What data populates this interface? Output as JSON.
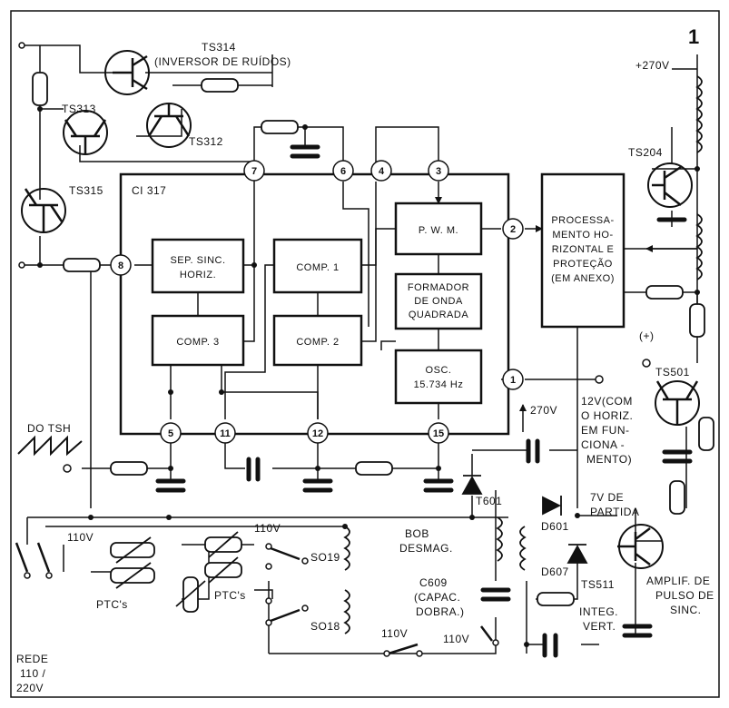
{
  "page_number": "1",
  "ic": {
    "name": "CI 317"
  },
  "blocks": {
    "sep_sinc": [
      "SEP. SINC.",
      "HORIZ."
    ],
    "comp1": "COMP. 1",
    "comp2": "COMP. 2",
    "comp3": "COMP. 3",
    "pwm": "P. W. M.",
    "formador": [
      "FORMADOR",
      "DE ONDA",
      "QUADRADA"
    ],
    "osc": [
      "OSC.",
      "15.734 Hz"
    ],
    "processamento": [
      "PROCESSA-",
      "MENTO HO-",
      "RIZONTAL E",
      "PROTEÇÃO",
      "(EM ANEXO)"
    ]
  },
  "pins": [
    "1",
    "2",
    "3",
    "4",
    "5",
    "6",
    "7",
    "8",
    "11",
    "12",
    "15"
  ],
  "transistors": {
    "ts314": "TS314",
    "ts314_note": "(INVERSOR DE RUÍDOS)",
    "ts313": "TS313",
    "ts312": "TS312",
    "ts315": "TS315",
    "ts204": "TS204",
    "ts501": "TS501",
    "ts511": "TS511"
  },
  "labels": {
    "v270_top": "+270V",
    "v270_mid": "270V",
    "plus": "(+)",
    "do_tsh": "DO TSH",
    "v12_note": [
      "12V(COM",
      "O HORIZ.",
      "EM FUN-",
      "CIONA -",
      "MENTO)"
    ],
    "v7_note": [
      "7V DE",
      "PARTIDA"
    ],
    "t601": "T601",
    "d601": "D601",
    "d607": "D607",
    "bob": [
      "BOB",
      "DESMAG."
    ],
    "v110_a": "110V",
    "v110_b": "110V",
    "v110_c": "110V",
    "v110_d": "110V",
    "so19": "SO19",
    "so18": "SO18",
    "c609": [
      "C609",
      "(CAPAC.",
      "DOBRA.)"
    ],
    "ptc_a": "PTC's",
    "ptc_b": "PTC's",
    "rede": [
      "REDE",
      "110 /",
      "220V"
    ],
    "integ": [
      "INTEG.",
      "VERT."
    ],
    "amplif": [
      "AMPLIF. DE",
      "PULSO DE",
      "SINC."
    ]
  }
}
